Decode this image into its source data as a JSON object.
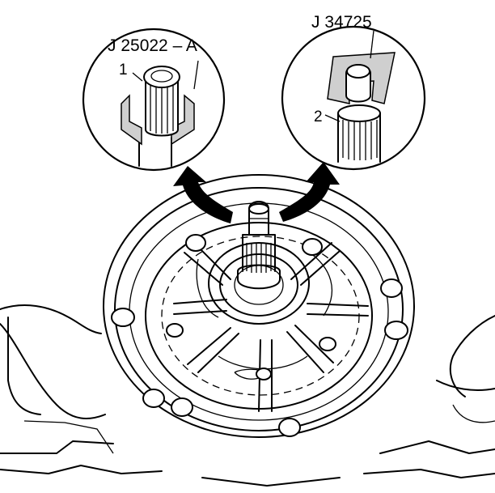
{
  "labels": {
    "tool_left": "J 25022 – A",
    "tool_right": "J 34725",
    "callout_1": "1",
    "callout_2": "2"
  },
  "icons": {
    "arrow_left": "curved-arrow-up-left",
    "arrow_right": "curved-arrow-up-right"
  }
}
